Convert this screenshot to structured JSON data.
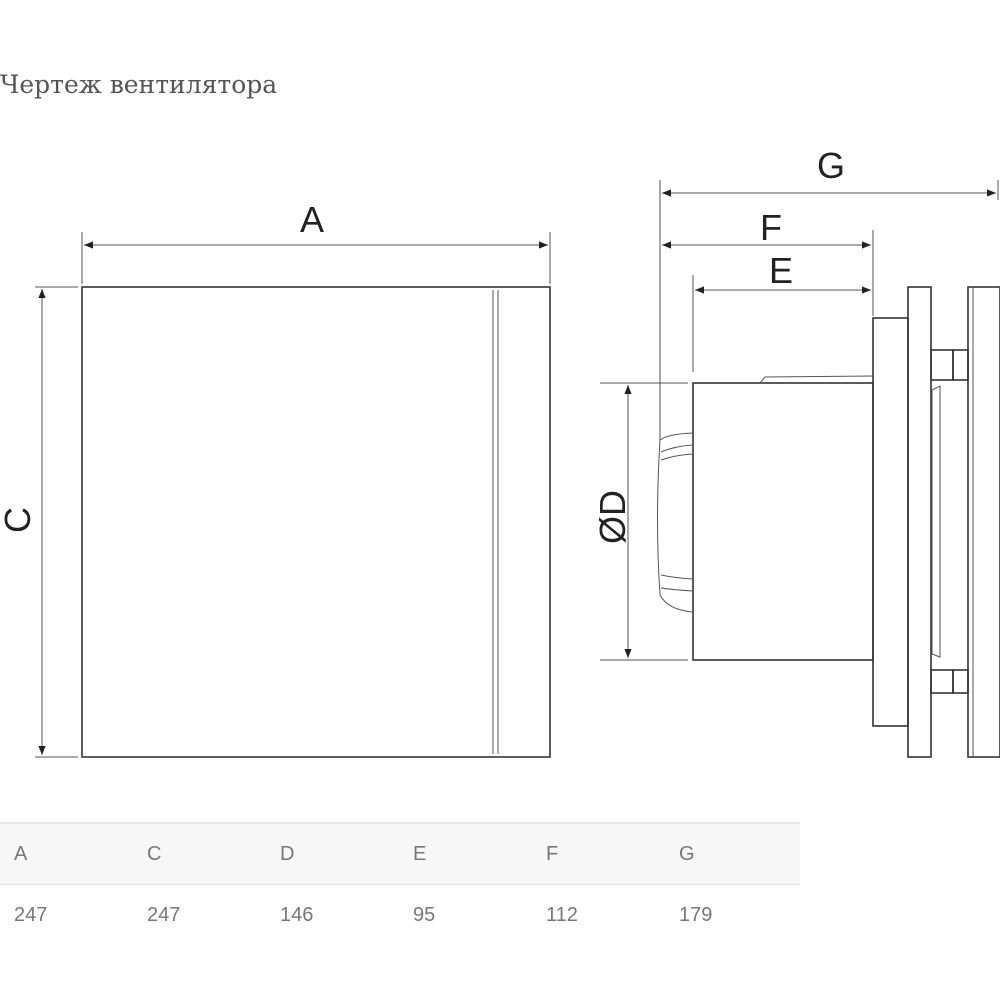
{
  "title": "Чертеж вентилятора",
  "drawing": {
    "labels": {
      "A": "A",
      "C": "C",
      "D": "ØD",
      "E": "E",
      "F": "F",
      "G": "G"
    }
  },
  "table": {
    "headers": [
      "A",
      "C",
      "D",
      "E",
      "F",
      "G"
    ],
    "values": [
      "247",
      "247",
      "146",
      "95",
      "112",
      "179"
    ]
  }
}
